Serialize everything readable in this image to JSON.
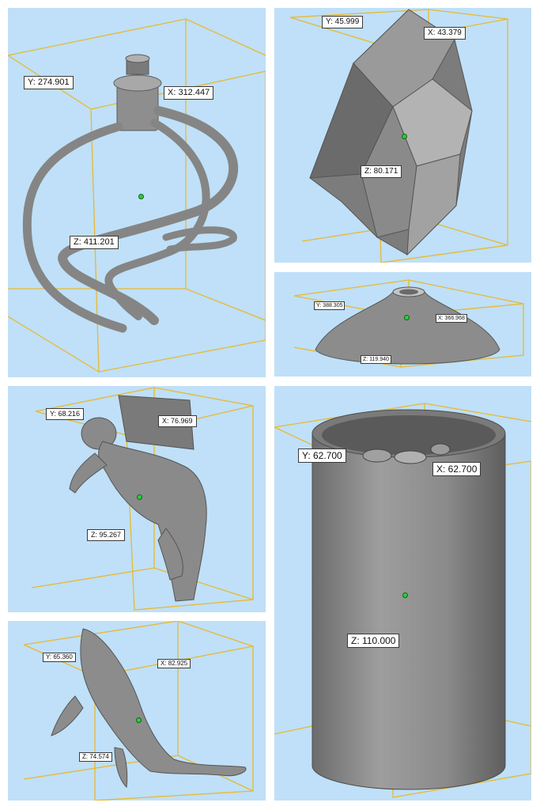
{
  "colors": {
    "viewport_bg": "#bfe0f8",
    "bbox_line": "#e8b830",
    "model_gray": "#8e8e8e",
    "center_point": "#2ecc40"
  },
  "panels": [
    {
      "id": "spiral",
      "icon": "spiral-model-icon",
      "x_label": "X: 312.447",
      "y_label": "Y: 274.901",
      "z_label": "Z: 411.201"
    },
    {
      "id": "crystal",
      "icon": "crystal-model-icon",
      "x_label": "X: 43.379",
      "y_label": "Y: 45.999",
      "z_label": "Z: 80.171"
    },
    {
      "id": "dome",
      "icon": "dome-model-icon",
      "x_label": "X: 366.968",
      "y_label": "Y: 388.305",
      "z_label": "Z: 119.940"
    },
    {
      "id": "astronaut",
      "icon": "astronaut-model-icon",
      "x_label": "X: 76.969",
      "y_label": "Y: 68.216",
      "z_label": "Z: 95.267"
    },
    {
      "id": "cylinder",
      "icon": "cylinder-model-icon",
      "x_label": "X: 62.700",
      "y_label": "Y: 62.700",
      "z_label": "Z: 110.000"
    },
    {
      "id": "whale",
      "icon": "whale-model-icon",
      "x_label": "X: 82.925",
      "y_label": "Y: 65.360",
      "z_label": "Z: 74.574"
    }
  ]
}
